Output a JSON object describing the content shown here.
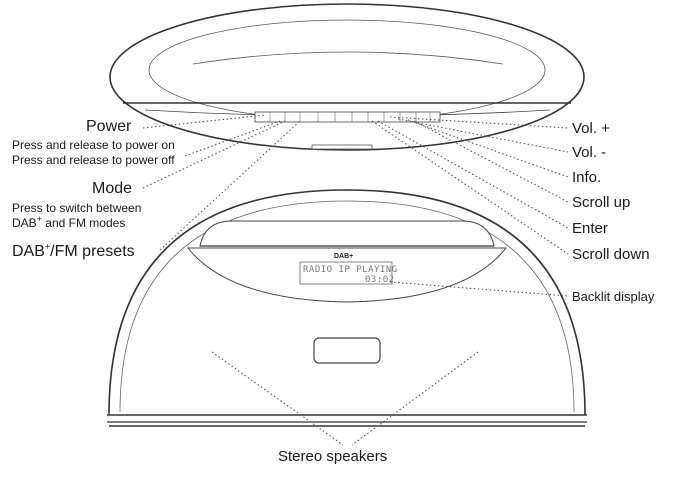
{
  "labels": {
    "power": "Power",
    "power_desc_on": "Press and release to power on",
    "power_desc_off": "Press and release to power off",
    "mode": "Mode",
    "mode_desc_1": "Press to switch between",
    "mode_desc_2_prefix": "DAB",
    "mode_desc_2_sup": "+",
    "mode_desc_2_suffix": " and FM modes",
    "presets_prefix": "DAB",
    "presets_sup": "+",
    "presets_suffix": "/FM presets",
    "vol_up": "Vol. +",
    "vol_down": "Vol. -",
    "info": "Info.",
    "scroll_up": "Scroll up",
    "enter": "Enter",
    "scroll_down": "Scroll down",
    "backlit_display": "Backlit display",
    "stereo_speakers": "Stereo speakers"
  },
  "device": {
    "logo_text": "DAB+",
    "display_line1": "RADIO IP PLAYING",
    "display_line2": "03:02"
  },
  "colors": {
    "line": "#333333",
    "leader": "#555555",
    "text": "#1a1a1a"
  }
}
